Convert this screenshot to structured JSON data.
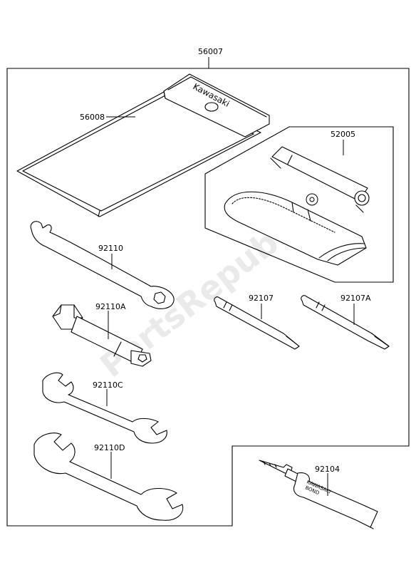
{
  "diagram": {
    "watermark": "PartsRepublik",
    "labels": {
      "kit": "56007",
      "pouch": "56008",
      "screwdriver_set": "52005",
      "spanner_92110": "92110",
      "plug_wrench": "92110A",
      "screwdriver_92107": "92107",
      "screwdriver_92107a": "92107A",
      "wrench_92110c": "92110C",
      "wrench_92110d": "92110D",
      "bond": "92104"
    },
    "pouch_print": "Kawasaki",
    "tube_print_line1": "KAWASAKI",
    "tube_print_line2": "BOND"
  }
}
